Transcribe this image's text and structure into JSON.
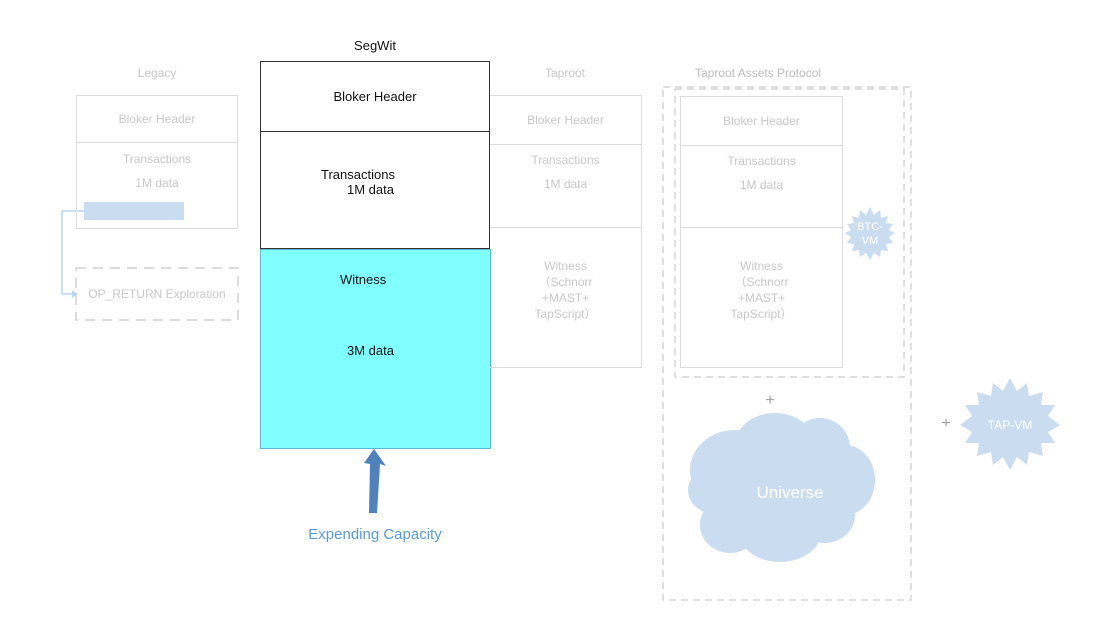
{
  "legacy": {
    "title": "Legacy",
    "header": "Bloker Header",
    "transactions_line1": "Transactions",
    "transactions_line2": "1M data",
    "op_return": "OP_RETURN Exploration"
  },
  "segwit": {
    "title": "SegWit",
    "header": "Bloker Header",
    "transactions_line1": "Transactions",
    "transactions_line2": "1M data",
    "witness_label": "Witness",
    "witness_data": "3M data",
    "witness_color": "#7fffff",
    "arrow_label": "Expending Capacity",
    "arrow_color": "#4f81bd",
    "arrow_label_color": "#5b9bd5"
  },
  "taproot": {
    "title": "Taproot",
    "header": "Bloker Header",
    "transactions_line1": "Transactions",
    "transactions_line2": "1M data",
    "witness_line1": "Witness",
    "witness_line2": "（Schnorr",
    "witness_line3": "+MAST+",
    "witness_line4": "TapScript）"
  },
  "tap_assets": {
    "title": "Taproot Assets Protocol",
    "header": "Bloker Header",
    "transactions_line1": "Transactions",
    "transactions_line2": "1M data",
    "witness_line1": "Witness",
    "witness_line2": "（Schnorr",
    "witness_line3": "+MAST+",
    "witness_line4": "TapScript）",
    "btc_vm_line1": "BTC-",
    "btc_vm_line2": "VM",
    "plus": "+",
    "universe": "Universe"
  },
  "tap_vm": {
    "plus": "+",
    "label": "TAP-VM"
  },
  "colors": {
    "faded_fill": "#c9dcf0",
    "faded_border": "#dcdcdc",
    "faded_text": "#c8c8c8"
  }
}
